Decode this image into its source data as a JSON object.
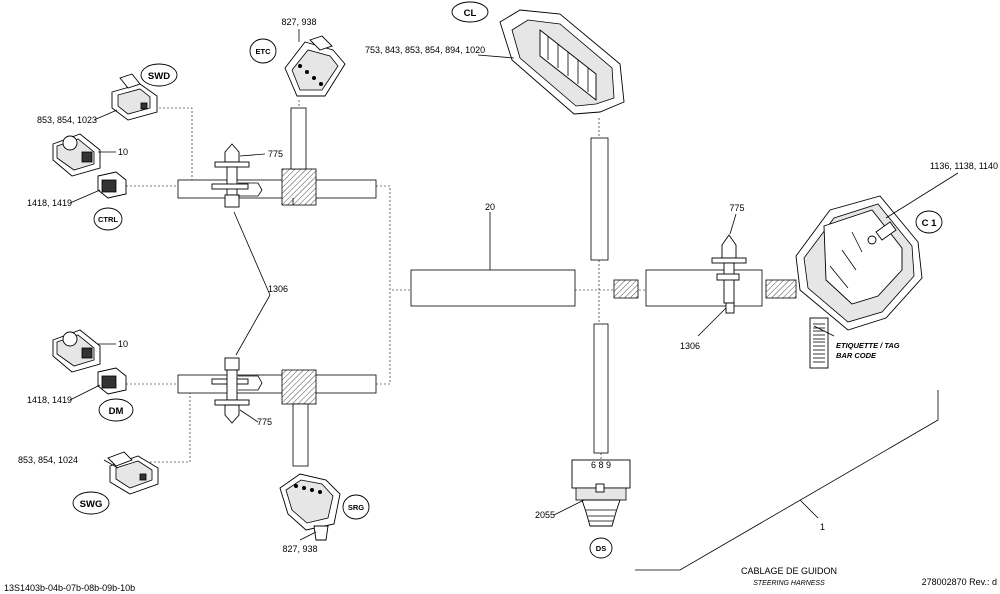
{
  "labels": {
    "swd_connector": "853, 854, 1023",
    "ctrl_conn_a": "10",
    "ctrl_conn_b": "1418, 1419",
    "etc_connector": "827, 938",
    "etc_clip": "775",
    "cl_connector": "753, 843, 853, 854, 894, 1020",
    "branch_main": "20",
    "tie_wrap": "1306",
    "dm_conn_a": "10",
    "dm_conn_b": "1418, 1419",
    "srg_clip": "775",
    "swg_connector": "853, 854, 1024",
    "srg_connector": "827, 938",
    "ds_connector": "2055",
    "ds_pins": "6 8 9",
    "c1_clip": "775",
    "c1_tie_wrap": "1306",
    "c1_connector": "1136, 1138, 1140",
    "harness_item": "1"
  },
  "tags": {
    "etc": "ETC",
    "swd": "SWD",
    "ctrl": "CTRL",
    "cl": "CL",
    "dm": "DM",
    "swg": "SWG",
    "srg": "SRG",
    "ds": "DS",
    "c1": "C 1"
  },
  "barcode_label": {
    "line1": "ETIQUETTE / TAG",
    "line2": "BAR CODE"
  },
  "footer": {
    "title": "CABLAGE DE GUIDON",
    "subtitle": "STEERING HARNESS",
    "drawing_id": "13S1403b-04b-07b-08b-09b-10b",
    "part_rev": "278002870 Rev.: d"
  }
}
